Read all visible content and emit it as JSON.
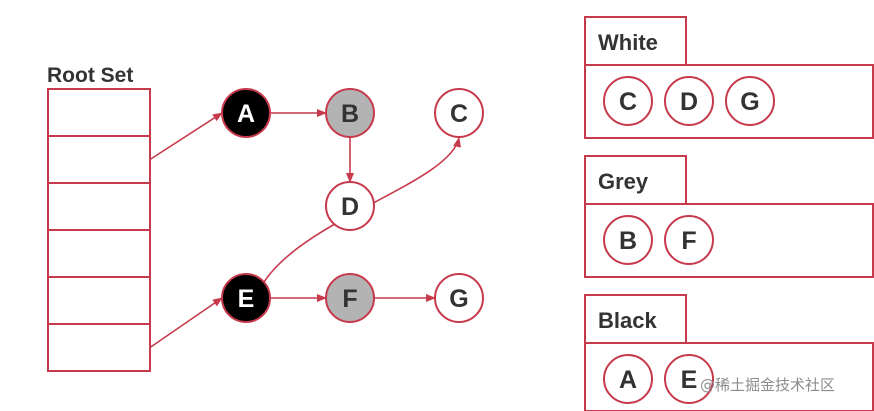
{
  "colors": {
    "stroke": "#c63a4b",
    "black_fill": "#000000",
    "grey_fill": "#b3b3b3",
    "white_fill": "#ffffff",
    "text_dark": "#333333",
    "text_light": "#ffffff"
  },
  "root_set": {
    "title": "Root Set",
    "slot_count": 6
  },
  "graph": {
    "nodes": [
      {
        "id": "A",
        "label": "A",
        "color": "black"
      },
      {
        "id": "B",
        "label": "B",
        "color": "grey"
      },
      {
        "id": "C",
        "label": "C",
        "color": "white"
      },
      {
        "id": "D",
        "label": "D",
        "color": "white"
      },
      {
        "id": "E",
        "label": "E",
        "color": "black"
      },
      {
        "id": "F",
        "label": "F",
        "color": "grey"
      },
      {
        "id": "G",
        "label": "G",
        "color": "white"
      }
    ],
    "edges": [
      {
        "from": "root-slot-1",
        "to": "A"
      },
      {
        "from": "A",
        "to": "B"
      },
      {
        "from": "B",
        "to": "D"
      },
      {
        "from": "root-slot-5",
        "to": "E"
      },
      {
        "from": "E",
        "to": "F"
      },
      {
        "from": "F",
        "to": "G"
      },
      {
        "from": "E",
        "to": "C"
      }
    ]
  },
  "sets": [
    {
      "name": "White",
      "members": [
        "C",
        "D",
        "G"
      ]
    },
    {
      "name": "Grey",
      "members": [
        "B",
        "F"
      ]
    },
    {
      "name": "Black",
      "members": [
        "A",
        "E"
      ]
    }
  ],
  "watermark": "@稀土掘金技术社区"
}
